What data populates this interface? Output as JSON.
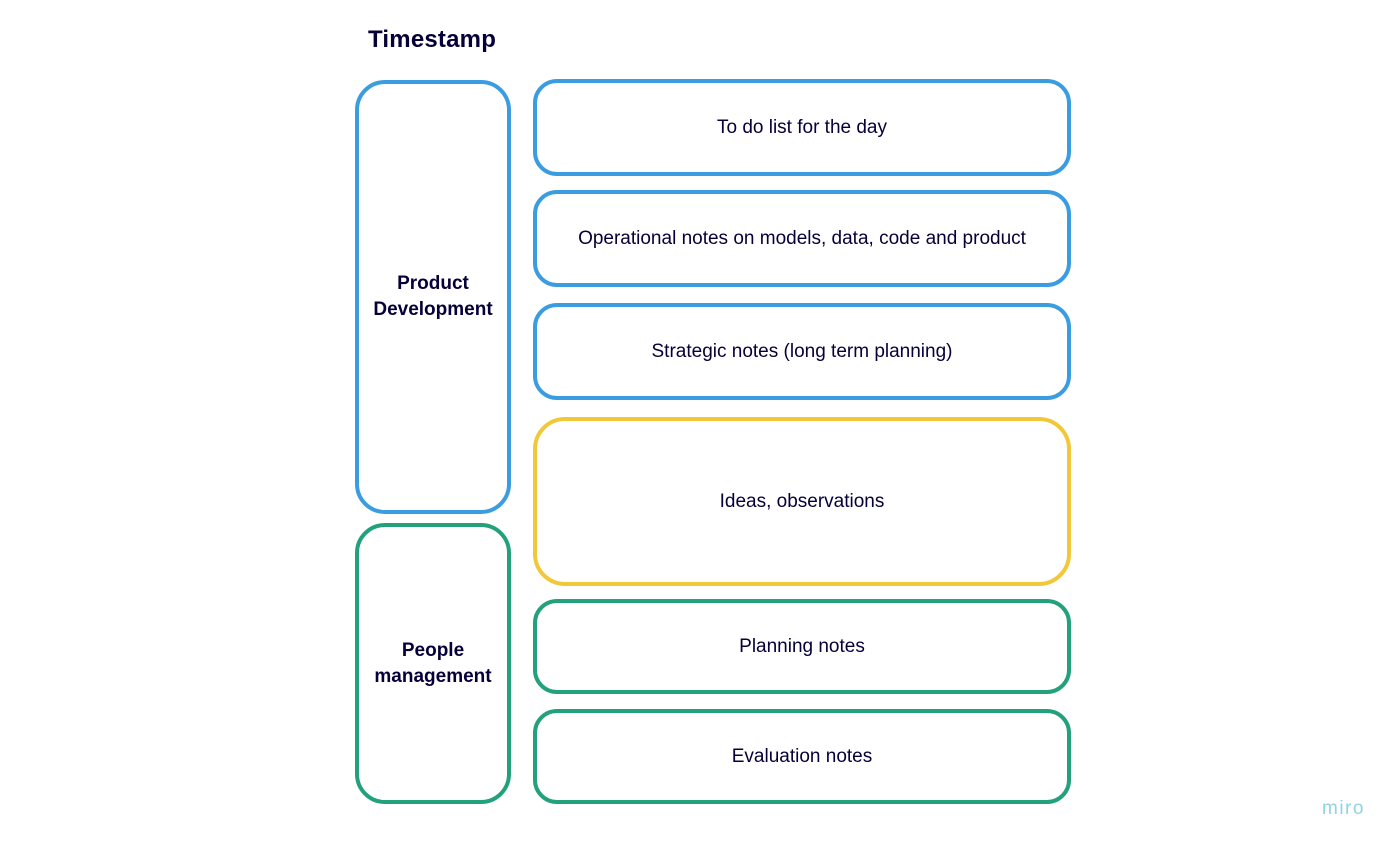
{
  "title": "Timestamp",
  "colors": {
    "product_development": "#3b9de0",
    "ideas": "#f0c83a",
    "people_management": "#23a07c",
    "brand": "#8fd3e6"
  },
  "groups": [
    {
      "label": "Product Development",
      "color": "#3b9de0"
    },
    {
      "label": "People management",
      "color": "#23a07c"
    }
  ],
  "categories": [
    {
      "label": "To do list for the day",
      "color": "#3b9de0"
    },
    {
      "label": "Operational notes on models, data, code and product",
      "color": "#3b9de0"
    },
    {
      "label": "Strategic notes (long term planning)",
      "color": "#3b9de0"
    },
    {
      "label": "Ideas, observations",
      "color": "#f0c83a"
    },
    {
      "label": "Planning notes",
      "color": "#23a07c"
    },
    {
      "label": "Evaluation notes",
      "color": "#23a07c"
    }
  ],
  "brand": "miro"
}
